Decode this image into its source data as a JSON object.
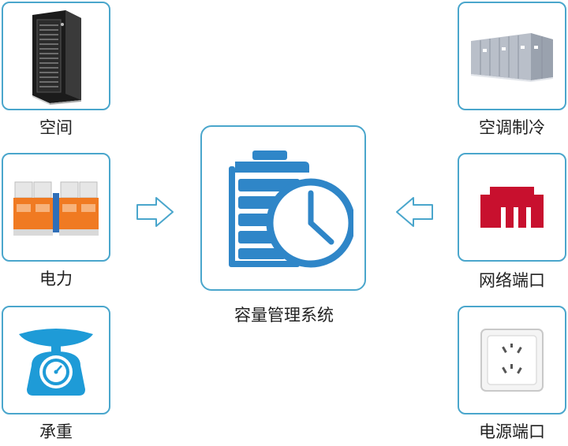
{
  "center": {
    "label": "容量管理系统",
    "icon": "battery-clock-icon"
  },
  "left_items": [
    {
      "label": "空间",
      "icon": "server-rack-icon"
    },
    {
      "label": "电力",
      "icon": "surge-protector-icon"
    },
    {
      "label": "承重",
      "icon": "weighing-scale-icon"
    }
  ],
  "right_items": [
    {
      "label": "空调制冷",
      "icon": "air-conditioning-unit-icon"
    },
    {
      "label": "网络端口",
      "icon": "network-port-icon"
    },
    {
      "label": "电源端口",
      "icon": "power-socket-icon"
    }
  ],
  "colors": {
    "border": "#4aa6cc",
    "icon_blue": "#2f86c8",
    "port_red": "#c8102e",
    "breaker_orange": "#f07a22"
  }
}
